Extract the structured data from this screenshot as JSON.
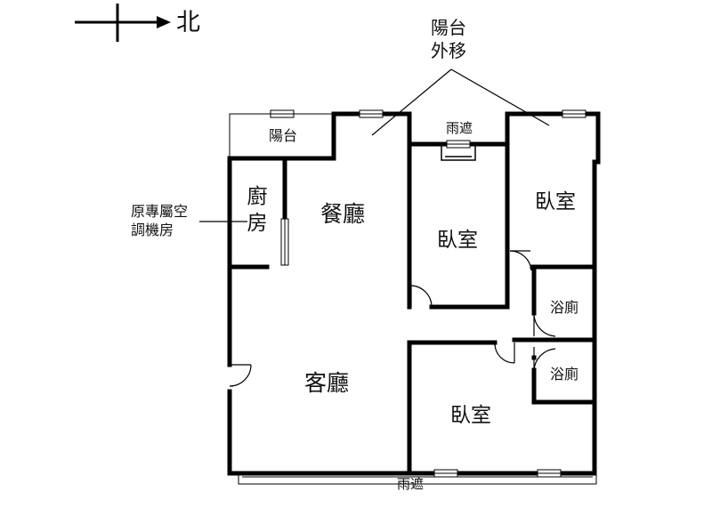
{
  "compass": {
    "label": "北"
  },
  "annotations": {
    "balcony_moved_line1": "陽台",
    "balcony_moved_line2": "外移",
    "ac_room_line1": "原專屬空",
    "ac_room_line2": "調機房"
  },
  "rooms": {
    "balcony": "陽台",
    "kitchen": "廚房",
    "dining": "餐廳",
    "canopy_top": "雨遮",
    "bedroom_middle": "臥室",
    "bedroom_right": "臥室",
    "bath_upper": "浴廁",
    "bath_lower": "浴廁",
    "living": "客廳",
    "bedroom_lower": "臥室",
    "canopy_bottom": "雨遮"
  }
}
